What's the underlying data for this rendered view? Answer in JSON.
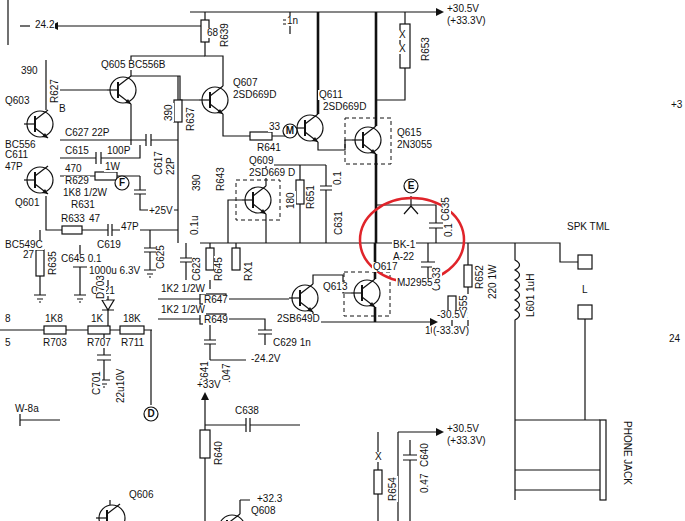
{
  "diagram": {
    "nodes": [
      {
        "text": [
          "M"
        ]
      },
      {
        "text": [
          "F"
        ]
      },
      {
        "text": [
          "E"
        ]
      },
      {
        "text": [
          "D"
        ]
      }
    ],
    "labels": [
      "24.2",
      "68",
      "R639",
      "1n",
      "+30.5V",
      "(+33.3V)",
      "X",
      "X",
      "R653",
      "+3",
      "390",
      "R627",
      "Q603",
      "BC556",
      "B",
      "Q605 BC556B",
      "Q607",
      "2SD669D",
      "Q611",
      "2SD669D",
      "Q615",
      "2N3055",
      "390",
      "R637",
      "C627 22P",
      "33",
      "R641",
      "C611",
      "47P",
      "C615",
      "100P",
      "470",
      "1W",
      "R629",
      "1K8 1/2W",
      "R631",
      "C617",
      "22P",
      "Q609",
      "2SD669 D",
      "390",
      "R643",
      "180",
      "R651",
      "0.1",
      "C631",
      "Q601",
      "BC549C",
      "R633",
      "47",
      "C619",
      "+25V",
      "47P",
      "0.1u",
      "C625",
      "C623",
      "R645",
      "RX1",
      "27",
      "R635",
      "C645 0.1",
      "1000u 6.3V",
      "C621",
      "BK-1",
      "A-22",
      "C635",
      "0.1",
      "C633",
      "Q617",
      "MJ2955",
      "R652",
      "220 1W",
      "R655",
      "10 1W",
      "SPK TML",
      "L",
      "L601 1uH",
      "24",
      "1K2 1/2W",
      "R647",
      "1K2 1/2W",
      "R649",
      "Q613",
      "2SB649D",
      "-30.5V",
      "(-33.3V)",
      "C629 1n",
      "C641",
      ".047",
      "-24.2V",
      "D703",
      "8",
      "1K8",
      "1K",
      "18K",
      "5",
      "R703",
      "R707",
      "R711",
      "C701",
      "22u10V",
      "W-8a",
      "+33V",
      "C638",
      "R640",
      "+30.5V",
      "(+33.3V)",
      "X",
      "R654",
      "C640",
      "0.47",
      "PHONE JACK",
      "Q606",
      "Q608",
      "+32.3"
    ]
  }
}
